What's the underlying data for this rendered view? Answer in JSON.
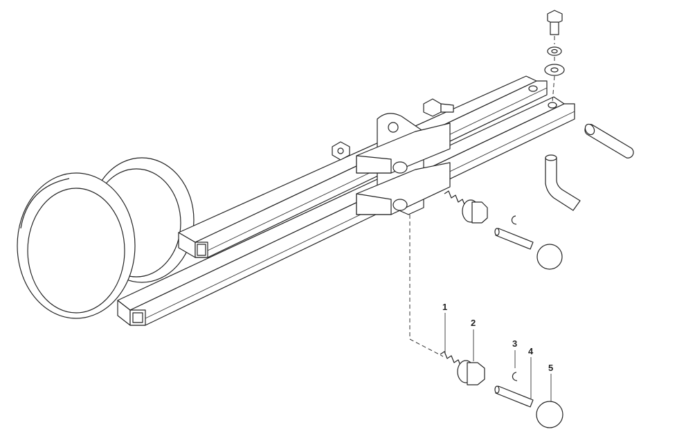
{
  "callouts": [
    {
      "number": "1",
      "part": "spring"
    },
    {
      "number": "2",
      "part": "nut"
    },
    {
      "number": "3",
      "part": "retaining-clip"
    },
    {
      "number": "4",
      "part": "pin"
    },
    {
      "number": "5",
      "part": "knob"
    }
  ]
}
